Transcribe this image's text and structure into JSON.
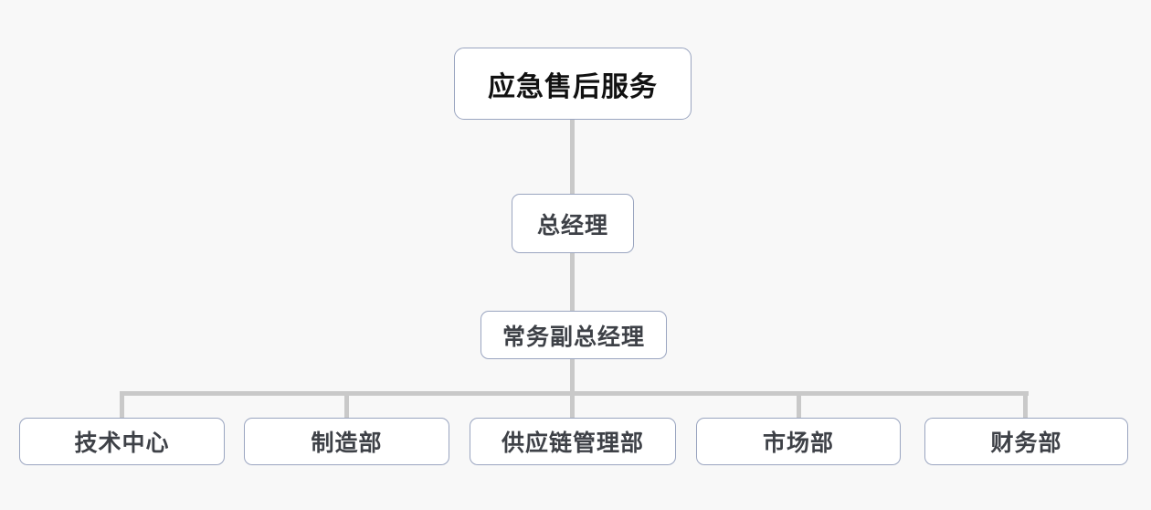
{
  "colors": {
    "background": "#f8f8f8",
    "node_border": "#9aa5c0",
    "node_fill": "#ffffff",
    "connector": "#c9c9c9",
    "root_text": "#111111",
    "node_text": "#3e4147"
  },
  "chart_data": {
    "type": "org-chart",
    "root": {
      "label": "应急售后服务"
    },
    "level2": {
      "label": "总经理"
    },
    "level3": {
      "label": "常务副总经理"
    },
    "departments": [
      {
        "label": "技术中心"
      },
      {
        "label": "制造部"
      },
      {
        "label": "供应链管理部"
      },
      {
        "label": "市场部"
      },
      {
        "label": "财务部"
      }
    ],
    "hierarchy": "应急售后服务 > 总经理 > 常务副总经理 > [技术中心, 制造部, 供应链管理部, 市场部, 财务部]"
  }
}
